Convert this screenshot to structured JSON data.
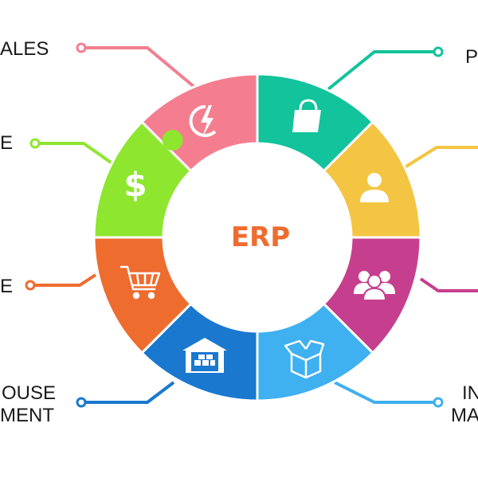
{
  "diagram": {
    "center_label": "ERP",
    "center_color": "#ef6c2f",
    "segments": [
      {
        "id": "sales",
        "color": "#f47e8f",
        "icon": "lightning-gear-icon"
      },
      {
        "id": "top-right",
        "color": "#12c39b",
        "icon": "shopping-bag-icon"
      },
      {
        "id": "right-up",
        "color": "#f4c542",
        "icon": "person-icon"
      },
      {
        "id": "right-down",
        "color": "#c63f8e",
        "icon": "group-icon"
      },
      {
        "id": "inventory",
        "color": "#3fb0f0",
        "icon": "open-box-icon"
      },
      {
        "id": "warehouse",
        "color": "#1a78cf",
        "icon": "warehouse-icon"
      },
      {
        "id": "purchase",
        "color": "#ef6c2f",
        "icon": "shopping-cart-icon"
      },
      {
        "id": "finance",
        "color": "#8ee62f",
        "icon": "dollar-icon"
      }
    ]
  },
  "labels": {
    "sales": "ALES",
    "top_right": "P",
    "left_upper": "E",
    "left_lower": "E",
    "warehouse_line1": "OUSE",
    "warehouse_line2": "MENT",
    "right_bottom_line1": "IN",
    "right_bottom_line2": "MA"
  }
}
